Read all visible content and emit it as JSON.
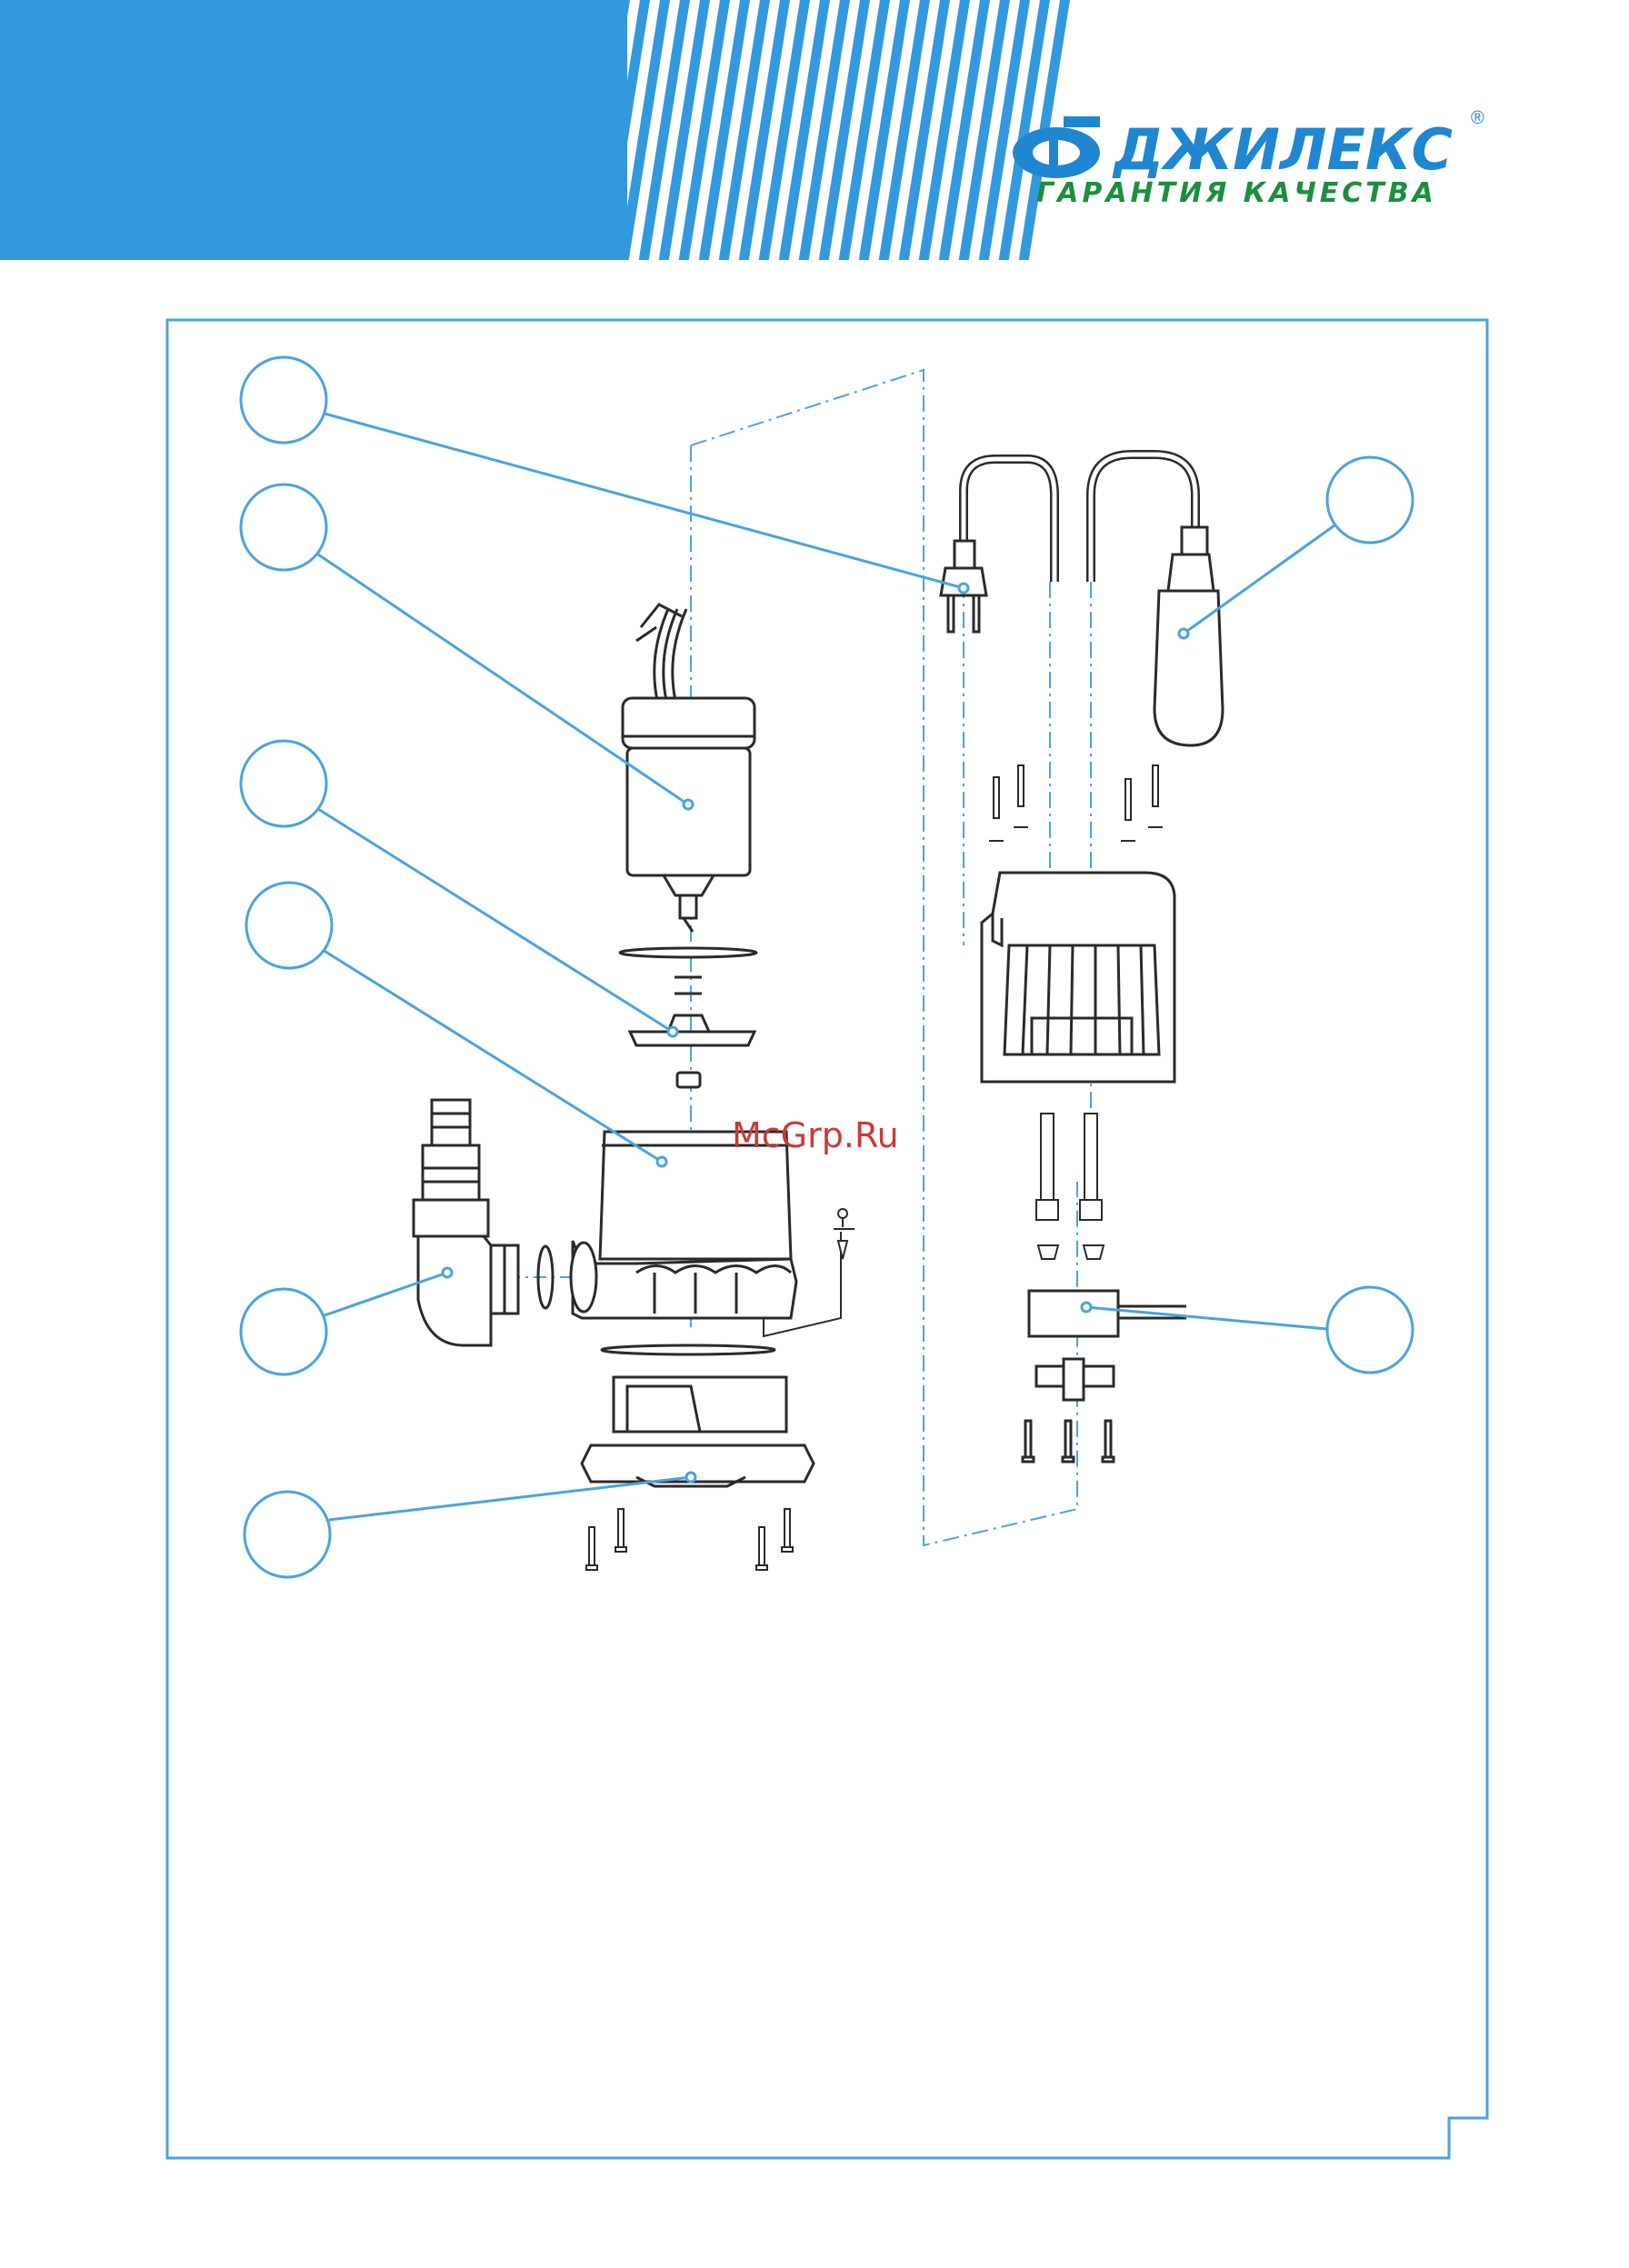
{
  "header": {
    "brand": "ДЖИЛЕКС",
    "slogan": "ГАРАНТИЯ КАЧЕСТВА",
    "registered_mark": "®"
  },
  "watermark": "McGrp.Ru",
  "diagram": {
    "callouts_count": 8
  },
  "colors": {
    "header_blue": "#3399dd",
    "frame_blue": "#4aa3df",
    "logo_blue": "#1f86d1",
    "logo_green": "#1b8f3e",
    "watermark_red": "#c93b35",
    "line_dark": "#2a2a2a"
  }
}
